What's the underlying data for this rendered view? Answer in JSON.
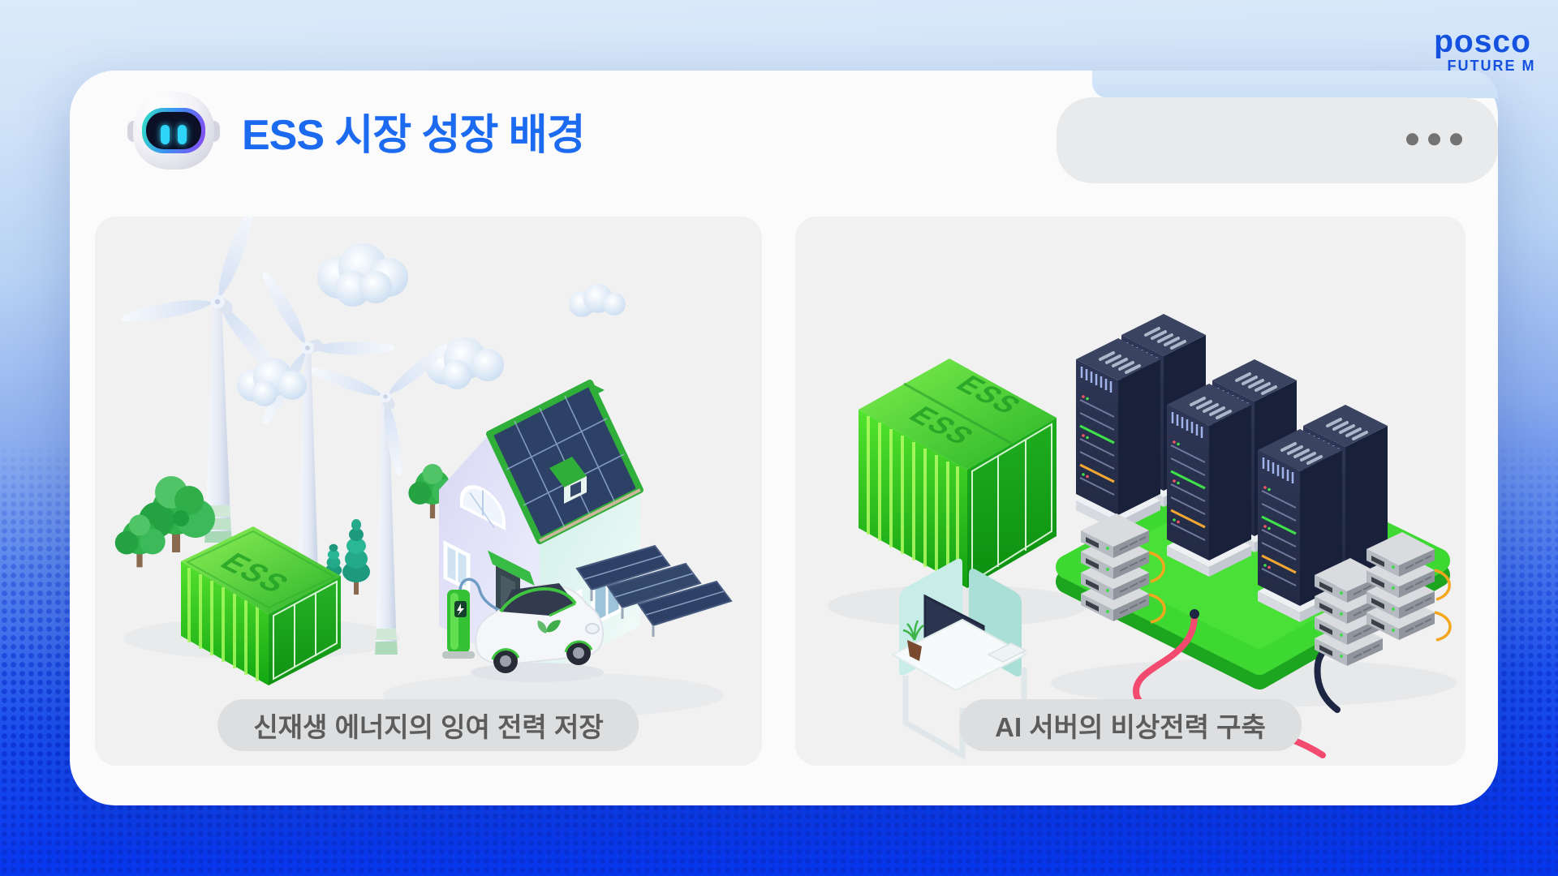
{
  "brand": {
    "name": "posco",
    "tagline": "FUTURE M"
  },
  "header": {
    "title": "ESS 시장 성장 배경"
  },
  "panels": {
    "left": {
      "caption": "신재생 에너지의 잉여 전력 저장",
      "container_label": "ESS"
    },
    "right": {
      "caption": "AI 서버의 비상전력 구축",
      "container_label_back": "ESS",
      "container_label_front": "ESS"
    }
  },
  "colors": {
    "title_blue": "#1b6af0",
    "brand_blue": "#1552e0",
    "background_top": "#dcebfa",
    "background_bottom": "#0636ea",
    "ess_green": "#2fc32f",
    "rack_navy": "#29314d",
    "panel_gray": "#f1f1f2",
    "caption_pill": "#dcdedf",
    "cable_pink": "#f34a70",
    "cable_navy": "#1c2642",
    "cable_orange": "#f3a71f"
  }
}
